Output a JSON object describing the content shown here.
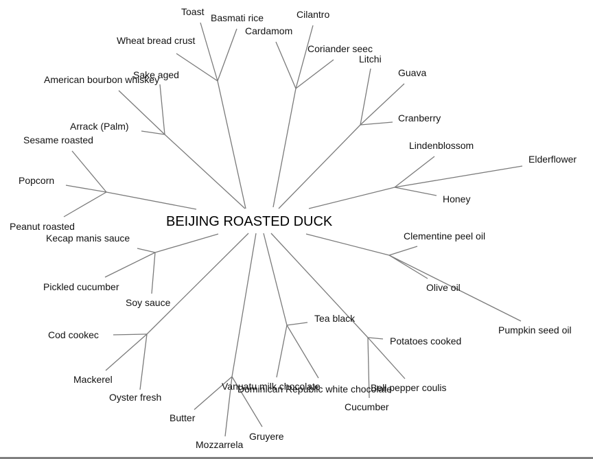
{
  "diagram": {
    "type": "radial-tree",
    "root": "BEIJING ROASTED DUCK",
    "groups": [
      {
        "id": "g-bread",
        "leaves": [
          "Toast",
          "Basmati rice",
          "Wheat bread crust"
        ]
      },
      {
        "id": "g-herb",
        "leaves": [
          "Cilantro",
          "Cardamom",
          "Coriander seec"
        ]
      },
      {
        "id": "g-fruit",
        "leaves": [
          "Litchi",
          "Guava",
          "Cranberry"
        ]
      },
      {
        "id": "g-flower",
        "leaves": [
          "Lindenblossom",
          "Elderflower",
          "Honey"
        ]
      },
      {
        "id": "g-oil",
        "leaves": [
          "Clementine peel oil",
          "Olive oil",
          "Pumpkin seed oil"
        ]
      },
      {
        "id": "g-veg",
        "leaves": [
          "Potatoes cooked",
          "Bell pepper coulis",
          "Cucumber"
        ]
      },
      {
        "id": "g-tea",
        "leaves": [
          "Tea black",
          "Vanuatu milk chocolate",
          "Dominican Republic white chocolate"
        ]
      },
      {
        "id": "g-dairy",
        "leaves": [
          "Butter",
          "Mozzarrela",
          "Gruyere"
        ]
      },
      {
        "id": "g-fish",
        "leaves": [
          "Cod cookec",
          "Mackerel",
          "Oyster fresh"
        ]
      },
      {
        "id": "g-sauce",
        "leaves": [
          "Kecap manis sauce",
          "Pickled cucumber",
          "Soy sauce"
        ]
      },
      {
        "id": "g-nut",
        "leaves": [
          "Sesame roasted",
          "Popcorn",
          "Peanut roasted"
        ]
      },
      {
        "id": "g-spirit",
        "leaves": [
          "American bourbon whiskey",
          "Sake aged",
          "Arrack (Palm)"
        ]
      }
    ]
  }
}
